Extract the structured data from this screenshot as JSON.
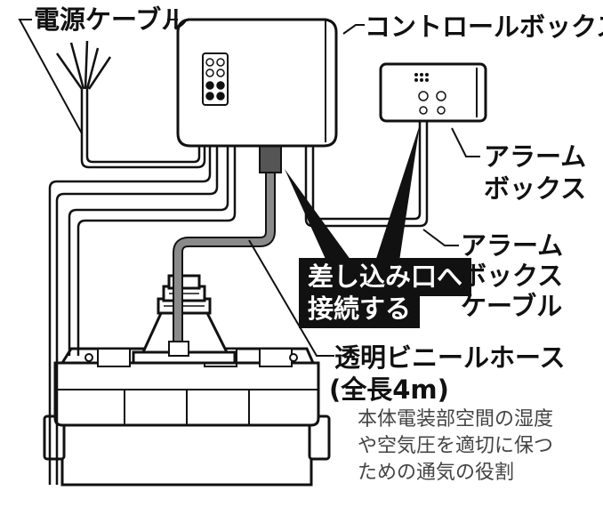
{
  "labels": {
    "power_cable": "電源ケーブル",
    "control_box": "コントロールボックス",
    "alarm_box_line1": "アラーム",
    "alarm_box_line2": "ボックス",
    "alarm_cable_line1": "アラーム",
    "alarm_cable_line2": "ボックス",
    "alarm_cable_line3": "ケーブル",
    "callout_line1": "差し込み口へ",
    "callout_line2": "接続する",
    "hose_title": "透明ビニールホース",
    "hose_length": "(全長4m)",
    "hose_desc_line1": "本体電装部空間の湿度",
    "hose_desc_line2": "や空気圧を適切に保つ",
    "hose_desc_line3": "ための通気の役割"
  },
  "colors": {
    "line": "#111111",
    "hose": "#8a8a8a",
    "callout_bg": "#111111",
    "callout_text": "#ffffff"
  }
}
